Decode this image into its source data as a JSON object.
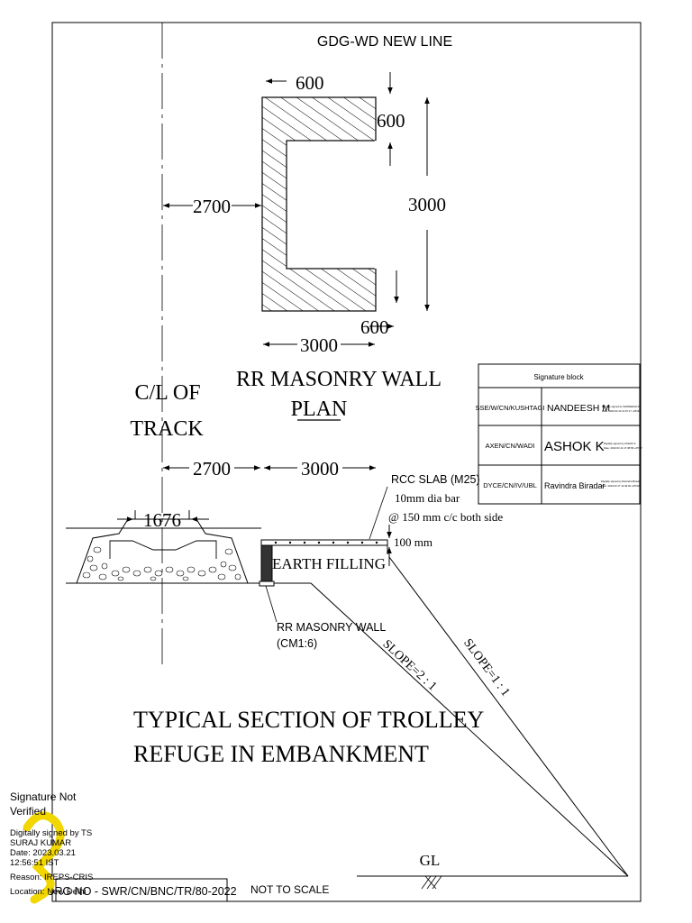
{
  "drawing": {
    "project_title": "GDG-WD NEW LINE",
    "plan": {
      "title_line1": "RR MASONRY WALL",
      "title_line2": "PLAN",
      "dim_top_thickness": "600",
      "dim_right_top": "600",
      "dim_height": "3000",
      "dim_bottom": "600",
      "dim_width": "3000",
      "dim_offset": "2700"
    },
    "track_label_line1": "C/L OF",
    "track_label_line2": "TRACK",
    "section": {
      "dim_offset": "2700",
      "dim_width": "3000",
      "gauge": "1676",
      "rcc_slab": "RCC SLAB (M25)",
      "bar": "10mm dia bar",
      "spacing": "@ 150 mm c/c both side",
      "slab_thickness": "100 mm",
      "earth_filling": "EARTH FILLING",
      "wall_label_line1": "RR MASONRY WALL",
      "wall_label_line2": "(CM1:6)",
      "slope_a": "SLOPE=2 : 1",
      "slope_b": "SLOPE=1 : 1",
      "ground": "GL",
      "title_line1": "TYPICAL SECTION OF TROLLEY",
      "title_line2": "REFUGE IN EMBANKMENT"
    },
    "signature_block": {
      "title": "Signature block",
      "rows": [
        {
          "role": "SSE/W/CN/KUSHTAGI",
          "name": "NANDEESH M",
          "note_line1": "Digitally signed by NANDEESH M",
          "note_line2": "Date: 2023.03.10 11:07:17 +05'30'"
        },
        {
          "role": "AXEN/CN/WADI",
          "name": "ASHOK K",
          "note_line1": "Digitally signed by ASHOK K",
          "note_line2": "Date: 2023.03.14 17:38:58 +05'30'"
        },
        {
          "role": "DYCE/CN/IV/UBL",
          "name": "Ravindra Biradar",
          "note_line1": "Digitally signed by Ravindra Biradar",
          "note_line2": "Date: 2023.03.17 12:49:00 +05'30'"
        }
      ]
    },
    "drawing_number": "DRG NO - SWR/CN/BNC/TR/80-2022",
    "scale_note": "NOT TO SCALE",
    "digital_signature": {
      "status_line1": "Signature Not",
      "status_line2": "Verified",
      "lines": [
        "Digitally signed by TS",
        "SURAJ KUMAR",
        "Date: 2023.03.21",
        "12:56:51 IST",
        "Reason: IREPS-CRIS",
        "Location: New Delhi"
      ],
      "mark_color": "#f2d600"
    }
  }
}
